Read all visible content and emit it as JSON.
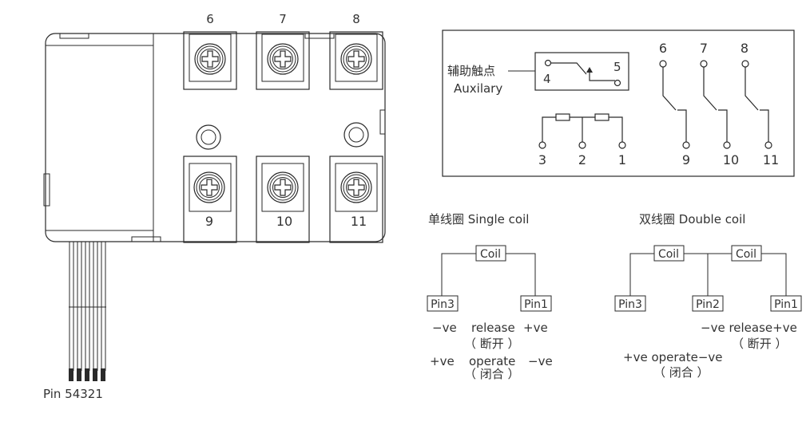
{
  "device": {
    "top_terminals": [
      "6",
      "7",
      "8"
    ],
    "bottom_terminals": [
      "9",
      "10",
      "11"
    ],
    "pin_label": "Pin 54321"
  },
  "schematic": {
    "aux_label_cn": "辅助触点",
    "aux_label_en": "Auxilary",
    "aux_pins": [
      "4",
      "5"
    ],
    "coil_pins": [
      "3",
      "2",
      "1"
    ],
    "contact_top": [
      "6",
      "7",
      "8"
    ],
    "contact_bottom": [
      "9",
      "10",
      "11"
    ]
  },
  "single_coil": {
    "title": "单线圈 Single coil",
    "coil": "Coil",
    "pins": [
      "Pin3",
      "Pin1"
    ],
    "release_left": "−ve",
    "release_label": "release",
    "release_right": "+ve",
    "release_cn": "（ 断开 ）",
    "operate_left": "+ve",
    "operate_label": "operate",
    "operate_right": "−ve",
    "operate_cn": "（ 闭合 ）"
  },
  "double_coil": {
    "title": "双线圈 Double coil",
    "coils": [
      "Coil",
      "Coil"
    ],
    "pins": [
      "Pin3",
      "Pin2",
      "Pin1"
    ],
    "release_text": "−ve release+ve",
    "release_cn": "（ 断开 ）",
    "operate_text": "+ve operate−ve",
    "operate_cn": "（ 闭合 ）"
  }
}
